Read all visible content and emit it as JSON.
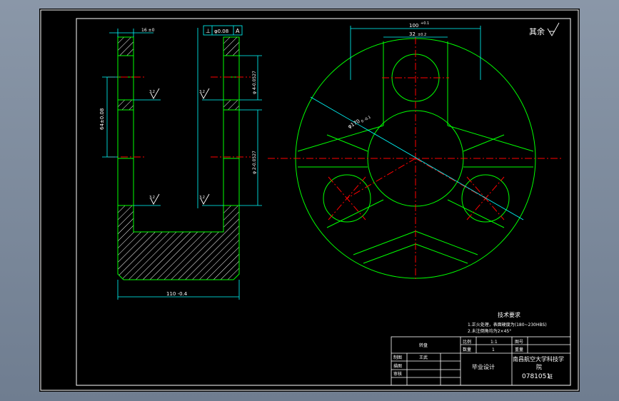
{
  "colors": {
    "background": "#7d8a9c",
    "sheet": "#000000",
    "frame": "#ffffff",
    "outline": "#00ff00",
    "centerline": "#ff0000",
    "dimension": "#00ffff",
    "hatch": "#ffffff",
    "text": "#ffffff"
  },
  "drawing": {
    "surface_note": "其余",
    "left_view": {
      "dim_top": "16 ±0",
      "tolerance_frame_left": "⊥",
      "tolerance_frame_value": "φ0.08",
      "tolerance_frame_ref": "A",
      "dim_vertical_left": "64±0.08",
      "dim_upper_right": "φ 4-0.0527",
      "dim_lower_right": "φ 2-0.0527",
      "dim_bottom": "110 -0.4",
      "roughness_1": "3.2",
      "roughness_2": "3.2",
      "roughness_3": "3.2",
      "roughness_4": "3.2"
    },
    "right_view": {
      "dim_top_outer": "100",
      "dim_top_outer_tol": "+0.1",
      "dim_top_inner": "32",
      "dim_top_inner_tol": "±0.2",
      "dim_diameter": "φ170",
      "dim_diameter_tol": "0 -0.1"
    },
    "tech_requirements": {
      "title": "技术要求",
      "line1": "1.正火处理，表面硬度为(180~230HBS)",
      "line2": "2.未注倒角均为2×45°"
    }
  },
  "title_block": {
    "part_name": "转盘",
    "ratio_label": "比例",
    "ratio_value": "1:1",
    "drawing_label": "图号",
    "qty_label": "数量",
    "qty_value": "1",
    "weight_label": "重量",
    "drafter_label": "制图",
    "drafter_name": "王武",
    "checker_label": "描图",
    "reviewer_label": "审核",
    "project": "毕业设计",
    "school_line1": "南昌航空大学科技学",
    "school_line2": "院",
    "student_id": "0781051",
    "student_suffix": "班"
  }
}
